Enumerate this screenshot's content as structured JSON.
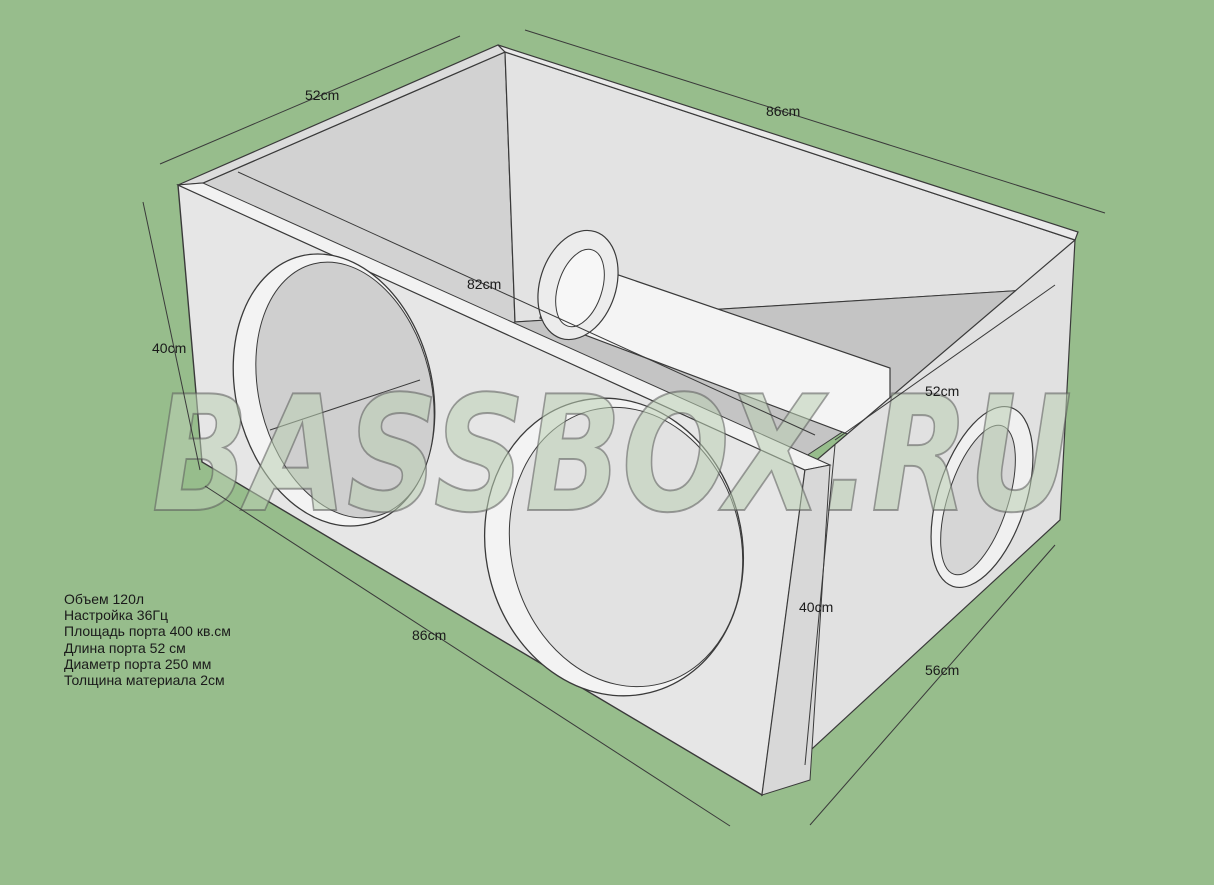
{
  "watermark": "BASSBOX.RU",
  "dimensions": {
    "top_depth": "52cm",
    "top_length": "86cm",
    "inner_length": "82cm",
    "front_height": "40cm",
    "right_depth": "52cm",
    "right_height": "40cm",
    "bottom_length": "86cm",
    "bottom_depth": "56cm"
  },
  "specs": [
    "Объем 120л",
    "Настройка 36Гц",
    "Площадь порта 400 кв.см",
    "Длина порта 52 см",
    "Диаметр порта 250 мм",
    "Толщина материала 2см"
  ],
  "colors": {
    "background": "#97bd8c",
    "panel_light": "#e6e6e6",
    "panel_shade": "#c9c9c9",
    "edge": "#3a3a3a",
    "watermark_fill": "#bcd0b4"
  },
  "parts": [
    "subwoofer-cutout",
    "subwoofer-cutout",
    "port-tube",
    "port-opening"
  ]
}
